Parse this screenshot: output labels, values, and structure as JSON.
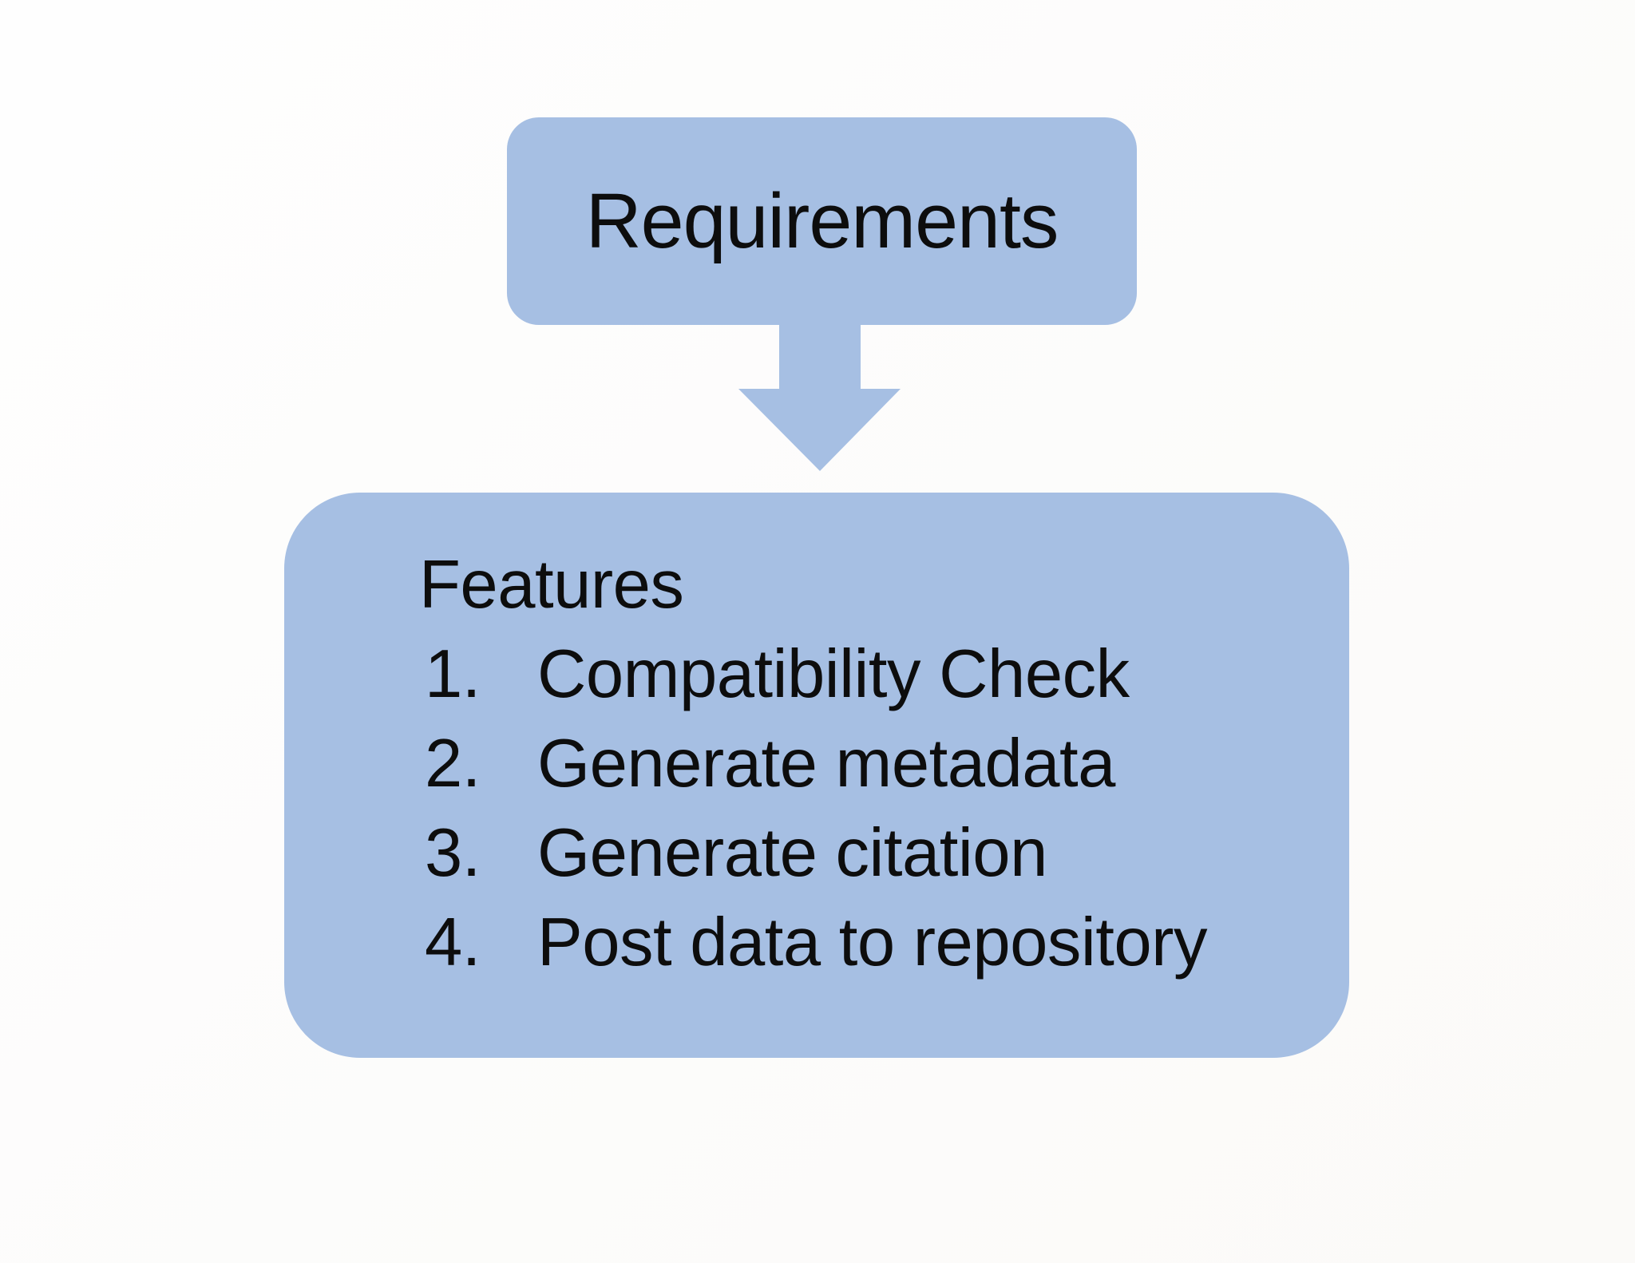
{
  "diagram": {
    "top_box": {
      "label": "Requirements"
    },
    "connector": {
      "type": "down-arrow"
    },
    "bottom_box": {
      "title": "Features",
      "items": [
        {
          "number": "1.",
          "label": "Compatibility Check"
        },
        {
          "number": "2.",
          "label": "Generate metadata"
        },
        {
          "number": "3.",
          "label": "Generate citation"
        },
        {
          "number": "4.",
          "label": "Post data to repository"
        }
      ]
    },
    "colors": {
      "box_fill": "#a6bfe3",
      "text": "#0d0d0d",
      "background": "#ffffff"
    }
  }
}
